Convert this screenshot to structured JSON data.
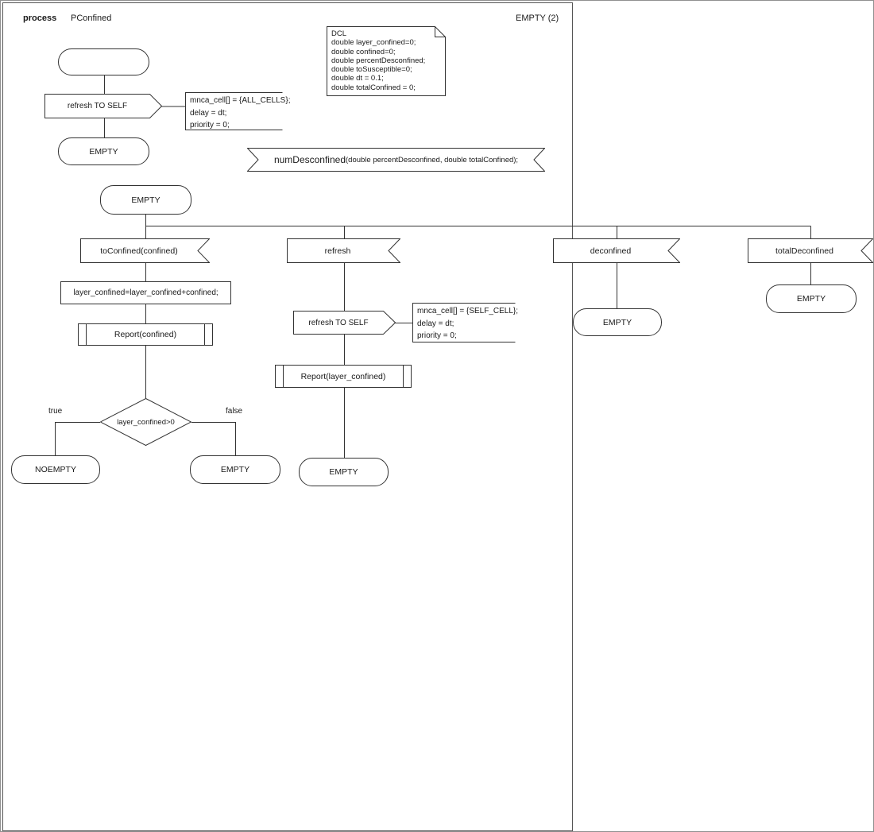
{
  "frame": {
    "kind_label": "process",
    "process_name": "PConfined",
    "page_label": "EMPTY (2)"
  },
  "declarations_note": {
    "lines": [
      "DCL",
      "double layer_confined=0;",
      "double confined=0;",
      "double percentDesconfined;",
      "double toSusceptible=0;",
      "double dt = 0.1;",
      "double totalConfined = 0;"
    ]
  },
  "signal_banner": {
    "name": "numDesconfined",
    "signature": "(double percentDesconfined, double totalConfined);"
  },
  "start_section": {
    "output_label": "refresh TO SELF",
    "comment": {
      "lines": [
        "mnca_cell[] = {ALL_CELLS};",
        "delay = dt;",
        "priority = 0;"
      ]
    },
    "next_state": "EMPTY"
  },
  "main_state": {
    "label": "EMPTY"
  },
  "branch_toConfined": {
    "input_label": "toConfined(confined)",
    "task_text": "layer_confined=layer_confined+confined;",
    "procedure_label": "Report(confined)",
    "decision_label": "layer_confined>0",
    "true_label": "true",
    "false_label": "false",
    "true_state": "NOEMPTY",
    "false_state": "EMPTY"
  },
  "branch_refresh": {
    "input_label": "refresh",
    "output_label": "refresh TO SELF",
    "comment": {
      "lines": [
        "mnca_cell[] = {SELF_CELL};",
        "delay = dt;",
        "priority = 0;"
      ]
    },
    "procedure_label": "Report(layer_confined)",
    "next_state": "EMPTY"
  },
  "branch_deconfined": {
    "input_label": "deconfined",
    "next_state": "EMPTY"
  },
  "branch_totalDeconfined": {
    "input_label": "totalDeconfined",
    "next_state": "EMPTY"
  }
}
